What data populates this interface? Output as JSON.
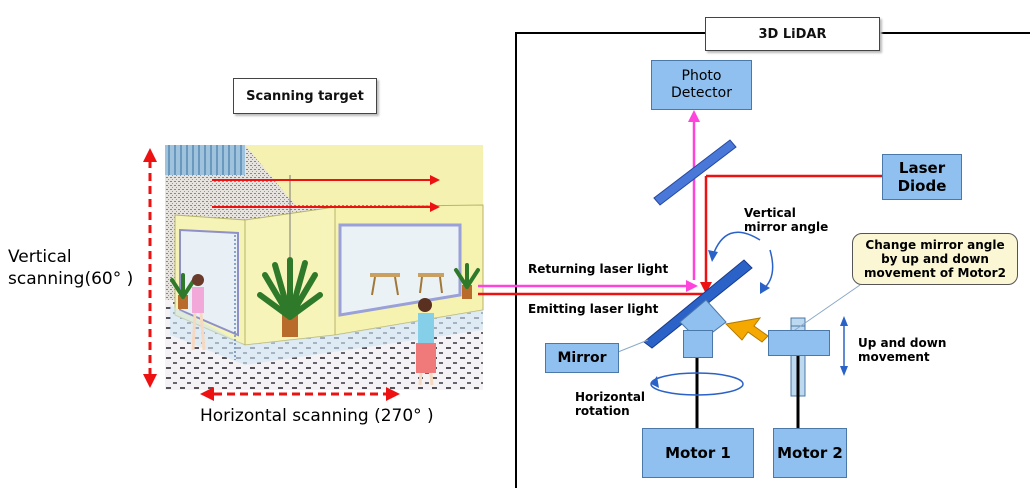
{
  "lidar": {
    "title": "3D LiDAR",
    "photo_detector": "Photo\nDetector",
    "laser_diode": "Laser\nDiode",
    "vertical_mirror_angle": "Vertical\nmirror angle",
    "callout": "Change mirror angle\nby up and down\nmovement of Motor2",
    "returning": "Returning laser light",
    "emitting": "Emitting laser light",
    "mirror": "Mirror",
    "up_down": "Up and down\nmovement",
    "horizontal_rotation": "Horizontal\nrotation",
    "motor1": "Motor 1",
    "motor2": "Motor 2"
  },
  "scan": {
    "target_label": "Scanning target",
    "vertical": "Vertical\nscanning(60° )",
    "horizontal": "Horizontal scanning (270° )"
  },
  "colors": {
    "laser_red": "#ee1111",
    "return_magenta": "#ff44dd",
    "mirror_blue": "#2b62c8",
    "box_blue": "#8fc0ef",
    "callout_yellow": "#fbf7d4",
    "arrow_orange": "#f5a800"
  }
}
